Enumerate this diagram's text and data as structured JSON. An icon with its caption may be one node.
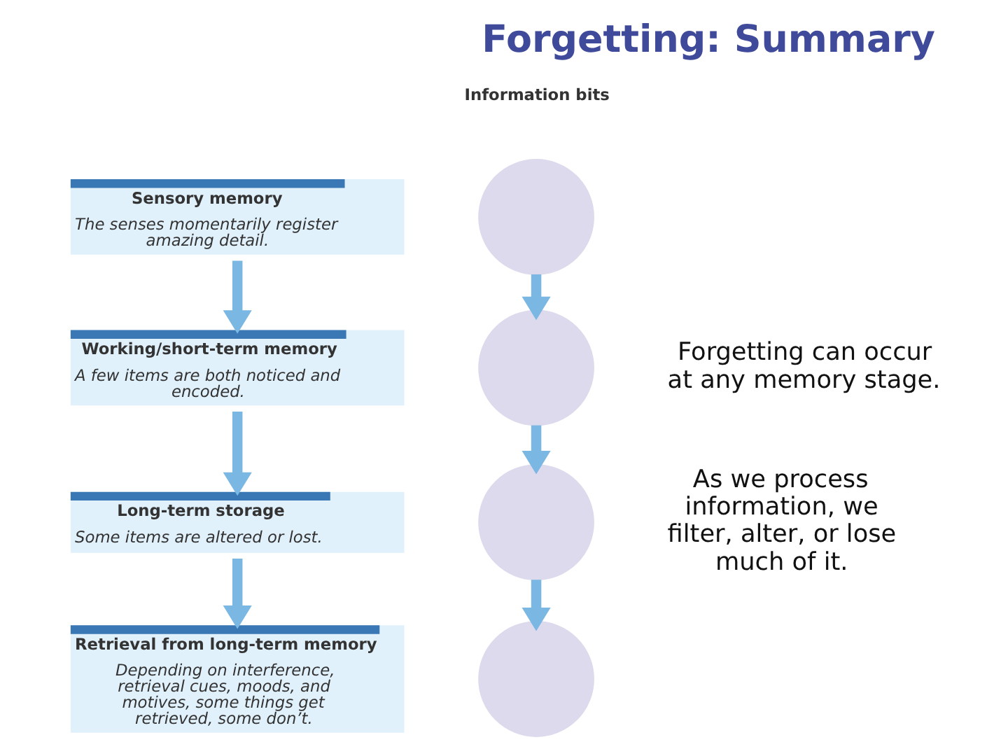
{
  "diagram": {
    "title": "Forgetting: Summary",
    "nodes": [
      {
        "text": [
          "Sensory memory",
          "The senses momentarily register amazing detail."
        ]
      },
      {
        "text": [
          "Working/short-term memory",
          "A few items are both noticed and encoded."
        ]
      },
      {
        "text": [
          "Long-term storage",
          "Some items are altered or lost."
        ]
      },
      {
        "text": [
          "Retrieval from long-term memory",
          "Depending on interference, retrieval cues, moods, and motives, some things get retrieved, some don’t."
        ]
      },
      {
        "text": [],
        "shape": "circle"
      },
      {
        "text": [],
        "shape": "circle"
      },
      {
        "text": [],
        "shape": "circle"
      },
      {
        "text": [],
        "shape": "circle"
      }
    ],
    "edges": [
      {
        "from": 0,
        "to": 1,
        "arrow": "to"
      },
      {
        "from": 1,
        "to": 2,
        "arrow": "to"
      },
      {
        "from": 2,
        "to": 3,
        "arrow": "to"
      },
      {
        "from": 4,
        "to": 5,
        "arrow": "to"
      },
      {
        "from": 5,
        "to": 6,
        "arrow": "to"
      },
      {
        "from": 6,
        "to": 7,
        "arrow": "to"
      }
    ],
    "labels": [
      "Information bits",
      "Forgetting can occur at any memory stage.",
      "As we process information, we filter, alter, or lose much of it."
    ]
  }
}
